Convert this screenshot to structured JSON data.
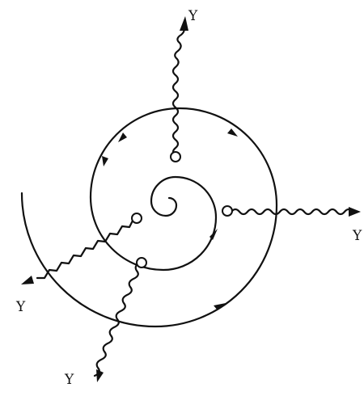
{
  "diagram": {
    "photon_labels": [
      "Y",
      "Y",
      "Y",
      "Y"
    ]
  }
}
